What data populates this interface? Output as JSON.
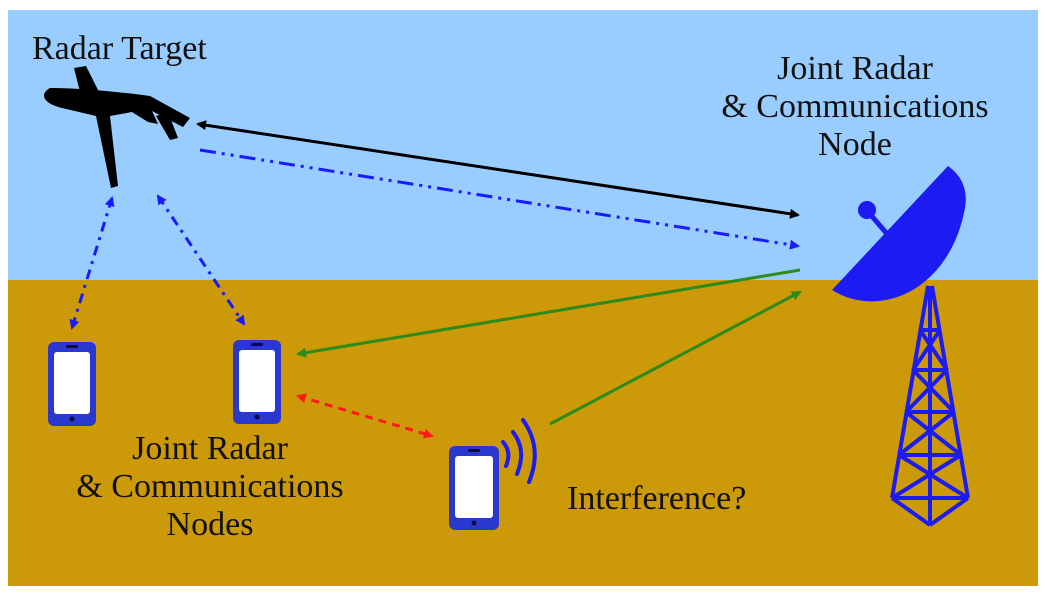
{
  "colors": {
    "sky": "#99ccff",
    "ground": "#cc9908",
    "device_blue": "#2b38cf",
    "radar_blue": "#1c1cf2",
    "arrow_black": "#000000",
    "arrow_blue": "#1a1aff",
    "arrow_green": "#2e8b1a",
    "arrow_red": "#ff1a1a"
  },
  "labels": {
    "radar_target": "Radar Target",
    "jrc_node": [
      "Joint Radar",
      "& Communications",
      "Node"
    ],
    "jrc_nodes": [
      "Joint Radar",
      "& Communications",
      "Nodes"
    ],
    "interference": "Interference?"
  },
  "icons": {
    "airplane": "airplane-icon",
    "phone": "smartphone-icon",
    "dish": "radar-dish-icon",
    "tower": "lattice-tower-icon",
    "signal": "signal-waves-icon"
  }
}
